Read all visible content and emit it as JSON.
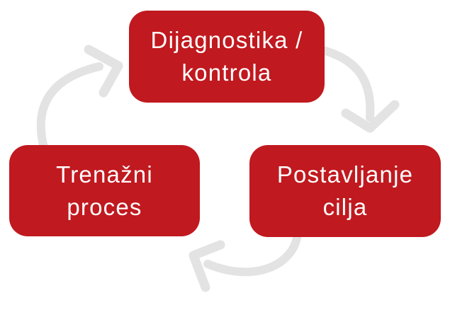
{
  "diagram": {
    "type": "cycle",
    "colors": {
      "node_fill": "#c0191f",
      "node_text": "#ffffff",
      "arrow": "#e3e3e3",
      "page_bg": "#ffffff"
    },
    "nodes": [
      {
        "id": "dijagnostika-kontrola",
        "label": "Dijagnostika / kontrola",
        "lines": [
          "Dijagnostika /",
          "kontrola"
        ],
        "position": "top"
      },
      {
        "id": "postavljanje-cilja",
        "label": "Postavljanje cilja",
        "lines": [
          "Postavljanje",
          "cilja"
        ],
        "position": "bottom-right"
      },
      {
        "id": "trenazni-proces",
        "label": "Trenažni proces",
        "lines": [
          "Trenažni",
          "proces"
        ],
        "position": "bottom-left"
      }
    ],
    "arrows": [
      {
        "from": "Dijagnostika / kontrola",
        "to": "Postavljanje cilja",
        "direction": "clockwise"
      },
      {
        "from": "Postavljanje cilja",
        "to": "Trenažni proces",
        "direction": "clockwise"
      },
      {
        "from": "Trenažni proces",
        "to": "Dijagnostika / kontrola",
        "direction": "clockwise"
      }
    ]
  }
}
